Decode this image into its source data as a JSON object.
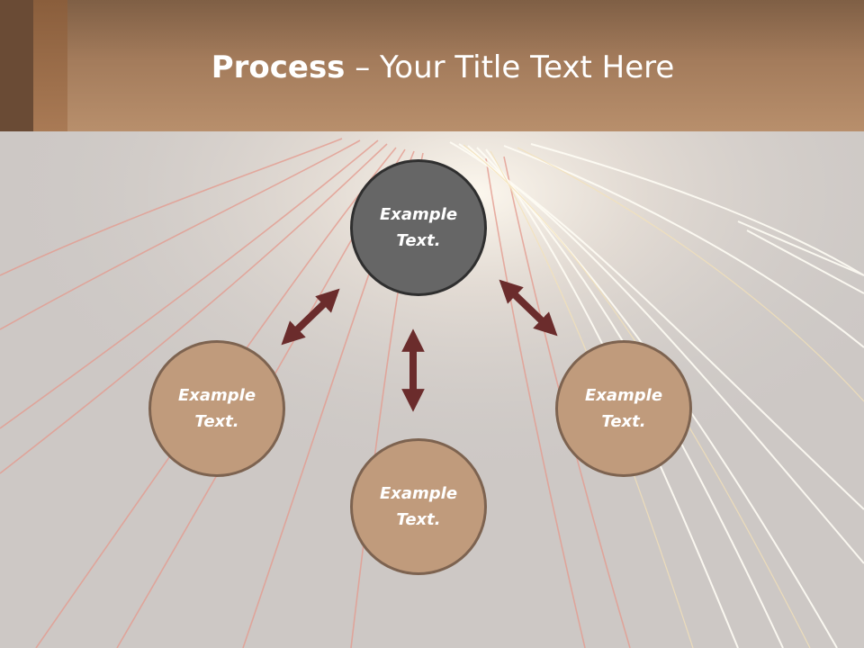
{
  "title": {
    "bold": "Process",
    "rest": " – Your Title Text Here"
  },
  "diagram": {
    "center": {
      "line1": "Example",
      "line2": "Text."
    },
    "left": {
      "line1": "Example",
      "line2": "Text."
    },
    "bottom": {
      "line1": "Example",
      "line2": "Text."
    },
    "right": {
      "line1": "Example",
      "line2": "Text."
    }
  },
  "colors": {
    "header": "#b08a68",
    "arrow": "#6b2c2c",
    "center_circle": "#666666",
    "outer_circle": "#c09b7c"
  },
  "icons": {
    "arrows": "double-headed-arrow"
  }
}
